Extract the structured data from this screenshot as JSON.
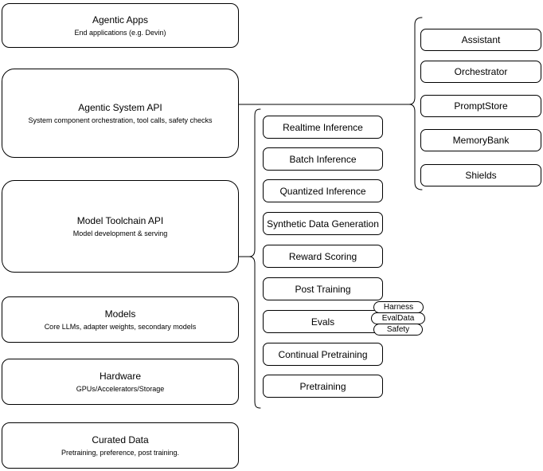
{
  "layers": {
    "agentic_apps": {
      "title": "Agentic Apps",
      "subtitle": "End applications (e.g. Devin)"
    },
    "agentic_system_api": {
      "title": "Agentic System API",
      "subtitle": "System component orchestration, tool calls, safety checks"
    },
    "model_toolchain_api": {
      "title": "Model Toolchain API",
      "subtitle": "Model development & serving"
    },
    "models": {
      "title": "Models",
      "subtitle": "Core LLMs, adapter weights, secondary models"
    },
    "hardware": {
      "title": "Hardware",
      "subtitle": "GPUs/Accelerators/Storage"
    },
    "curated_data": {
      "title": "Curated Data",
      "subtitle": "Pretraining, preference, post training."
    }
  },
  "system_components": {
    "items": [
      "Assistant",
      "Orchestrator",
      "PromptStore",
      "MemoryBank",
      "Shields"
    ]
  },
  "toolchain_services": {
    "items": [
      "Realtime Inference",
      "Batch Inference",
      "Quantized Inference",
      "Synthetic Data Generation",
      "Reward Scoring",
      "Post Training",
      "Evals",
      "Continual Pretraining",
      "Pretraining"
    ]
  },
  "evals_tags": {
    "items": [
      "Harness",
      "EvalData",
      "Safety"
    ]
  },
  "colors": {
    "border": "#000000",
    "fill": "#ffffff",
    "text": "#000000",
    "connector": "#000000"
  }
}
